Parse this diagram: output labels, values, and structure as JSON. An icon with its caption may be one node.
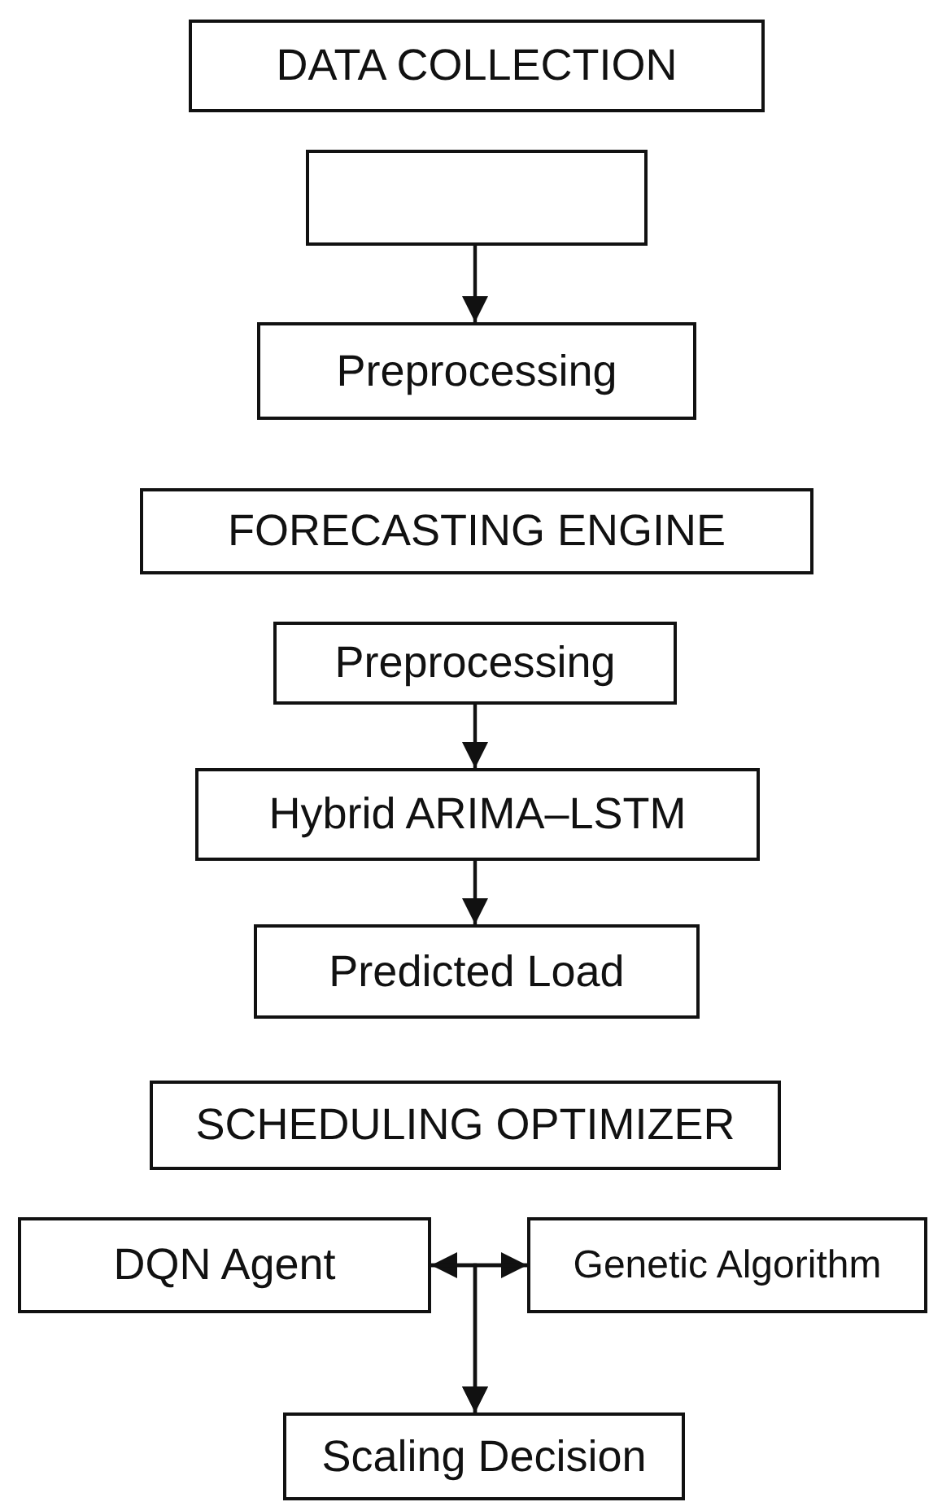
{
  "diagram": {
    "nodes": [
      {
        "text": [
          "DATA COLLECTION"
        ]
      },
      {
        "text": [],
        "shape": "box"
      },
      {
        "text": [
          "Preprocessing"
        ]
      },
      {
        "text": [
          "FORECASTING ENGINE"
        ]
      },
      {
        "text": [
          "Preprocessing"
        ]
      },
      {
        "text": [
          "Hybrid ARIMA–LSTM"
        ]
      },
      {
        "text": [
          "Predicted Load"
        ]
      },
      {
        "text": [
          "SCHEDULING OPTIMIZER"
        ]
      },
      {
        "text": [
          "DQN Agent"
        ]
      },
      {
        "text": [
          "Genetic Algorithm"
        ]
      },
      {
        "text": [
          "Scaling Decision"
        ]
      }
    ],
    "edges": [
      {
        "from": 1,
        "to": 2,
        "arrow": "to"
      },
      {
        "from": 4,
        "to": 5,
        "arrow": "to"
      },
      {
        "from": 5,
        "to": 6,
        "arrow": "to"
      },
      {
        "from": 8,
        "to": 9,
        "arrow": "both"
      },
      {
        "from": 8,
        "to": 10,
        "arrow": "to"
      },
      {
        "from": 9,
        "to": 10,
        "arrow": "to"
      }
    ]
  }
}
